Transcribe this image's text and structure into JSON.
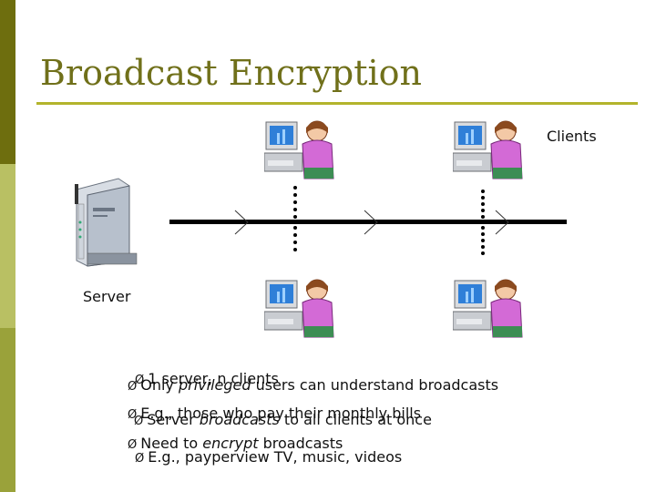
{
  "slide": {
    "title": "Broadcast Encryption",
    "labels": {
      "clients": "Clients",
      "server": "Server"
    },
    "bullets": [
      {
        "pre": "1 server, n clients",
        "em": "",
        "post": ""
      },
      {
        "pre": "Only ",
        "em": "privileged",
        "post": " users can understand broadcasts"
      },
      {
        "pre": "E.g., those who pay their monthly bills",
        "em": "",
        "post": ""
      },
      {
        "pre": "Server ",
        "em": "broadcasts",
        "post": " to all clients at once"
      },
      {
        "pre": "Need to ",
        "em": "encrypt",
        "post": " broadcasts"
      },
      {
        "pre": "E.g., payperview TV, music, videos",
        "em": "",
        "post": ""
      }
    ],
    "bullet_glyph": "Ø"
  }
}
